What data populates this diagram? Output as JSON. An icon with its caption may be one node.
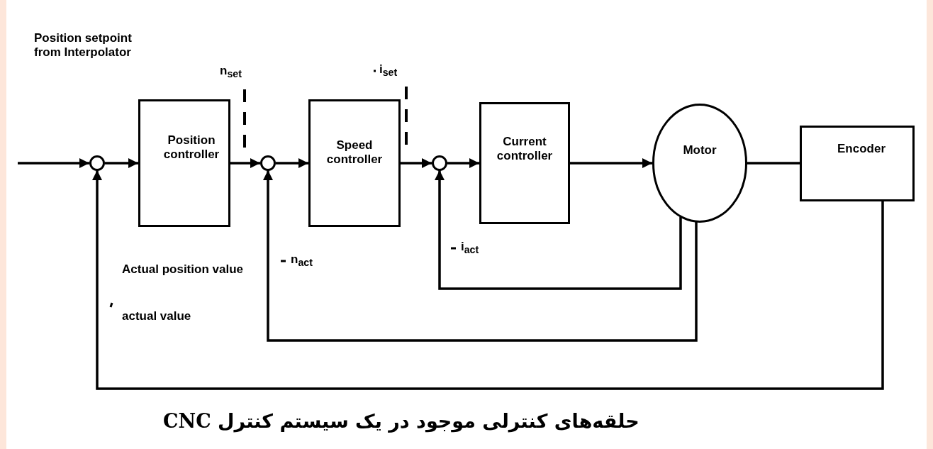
{
  "diagram": {
    "caption": "حلقه‌های کنترلی موجود در یک سیستم کنترل CNC",
    "nodes": [
      {
        "text": [],
        "shape": "circle"
      },
      {
        "text": [
          "Position controller"
        ]
      },
      {
        "text": [],
        "shape": "circle"
      },
      {
        "text": [
          "Speed controller"
        ]
      },
      {
        "text": [],
        "shape": "circle"
      },
      {
        "text": [
          "Current controller"
        ]
      },
      {
        "text": [
          "Motor"
        ]
      },
      {
        "text": [
          "Encoder"
        ]
      }
    ],
    "edges": [
      {
        "from": null,
        "to": 0,
        "arrow": "to"
      },
      {
        "from": 0,
        "to": 1,
        "arrow": "to"
      },
      {
        "from": 1,
        "to": 2,
        "arrow": "to"
      },
      {
        "from": 2,
        "to": 3,
        "arrow": "to"
      },
      {
        "from": 3,
        "to": 4,
        "arrow": "to"
      },
      {
        "from": 4,
        "to": 5,
        "arrow": "to"
      },
      {
        "from": 5,
        "to": 6,
        "arrow": "to"
      },
      {
        "from": 6,
        "to": 7,
        "arrow": "none"
      },
      {
        "from": 6,
        "to": 4,
        "arrow": "to"
      },
      {
        "from": 6,
        "to": 2,
        "arrow": "to"
      },
      {
        "from": 7,
        "to": 0,
        "arrow": "to"
      }
    ],
    "labels": [
      "Position setpoint from Interpolator",
      "n$_{set}$",
      "i$_{set}$",
      "n$_{act}$",
      "i$_{act}$",
      "Actual position value",
      "actual value"
    ]
  }
}
